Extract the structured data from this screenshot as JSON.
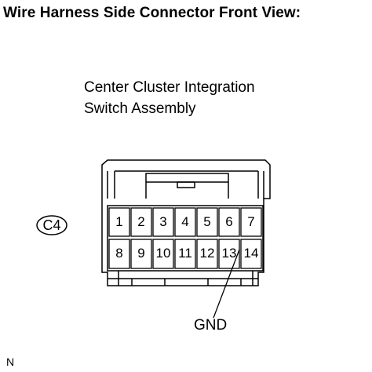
{
  "title": "Wire Harness Side Connector Front View:",
  "component": {
    "name_line1": "Center Cluster Integration",
    "name_line2": "Switch Assembly"
  },
  "connector": {
    "code": "C4",
    "pins_top": [
      "1",
      "2",
      "3",
      "4",
      "5",
      "6",
      "7"
    ],
    "pins_bottom": [
      "8",
      "9",
      "10",
      "11",
      "12",
      "13",
      "14"
    ]
  },
  "callout": {
    "label": "GND",
    "pin": "13"
  },
  "footer_code": "N"
}
